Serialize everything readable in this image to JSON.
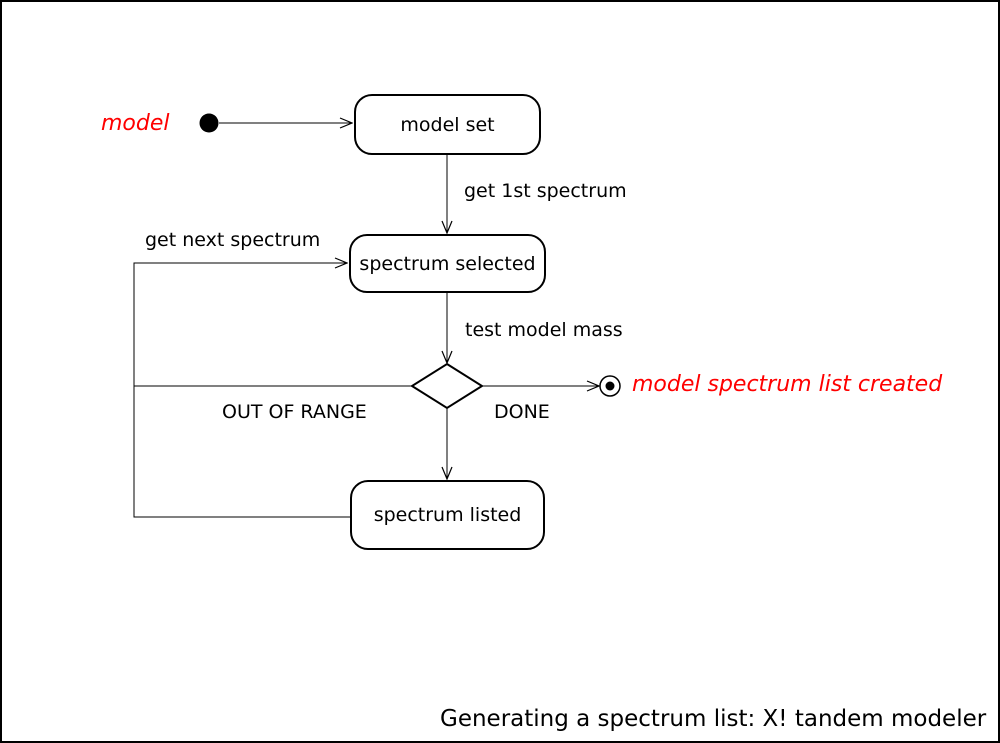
{
  "window": {
    "background": "#ffffff",
    "border_color": "#000000"
  },
  "diagram": {
    "type": "uml-activity",
    "caption": "Generating a spectrum list: X! tandem modeler",
    "colors": {
      "line": "#000000",
      "text": "#000000",
      "annotation_red": "#ff0000",
      "node_fill": "#ffffff"
    },
    "start": {
      "annotation": "model"
    },
    "end": {
      "annotation": "model spectrum list created"
    },
    "nodes": [
      {
        "id": "model-set",
        "label": "model set"
      },
      {
        "id": "spectrum-selected",
        "label": "spectrum selected"
      },
      {
        "id": "spectrum-listed",
        "label": "spectrum listed"
      }
    ],
    "edge_labels": {
      "get_first_spectrum": "get 1st spectrum",
      "get_next_spectrum": "get next spectrum",
      "test_model_mass": "test model mass",
      "out_of_range": "OUT OF RANGE",
      "done": "DONE"
    }
  }
}
